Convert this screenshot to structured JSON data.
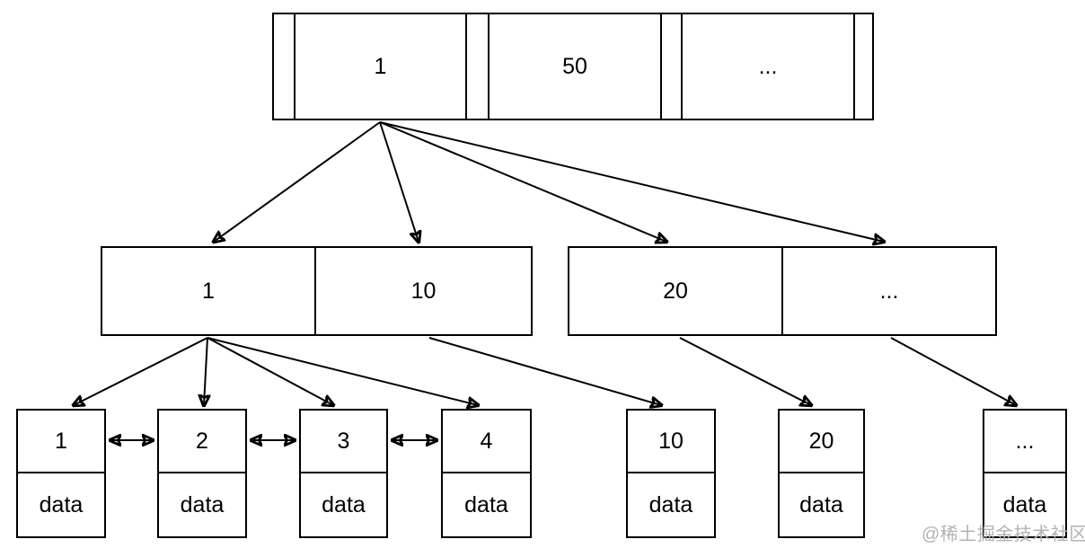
{
  "root_node": {
    "keys": [
      "1",
      "50",
      "..."
    ]
  },
  "internal_nodes": [
    {
      "keys": [
        "1",
        "10"
      ]
    },
    {
      "keys": [
        "20",
        "..."
      ]
    }
  ],
  "leaf_nodes": [
    {
      "key": "1",
      "value": "data"
    },
    {
      "key": "2",
      "value": "data"
    },
    {
      "key": "3",
      "value": "data"
    },
    {
      "key": "4",
      "value": "data"
    },
    {
      "key": "10",
      "value": "data"
    },
    {
      "key": "20",
      "value": "data"
    },
    {
      "key": "...",
      "value": "data"
    }
  ],
  "connections": {
    "root_to_internal": [
      "root.1 -> internal-left.1",
      "root.1 -> internal-left.10",
      "root.1 -> internal-right.20",
      "root.1 -> internal-right.…"
    ],
    "internal_to_leaf": [
      "internal-left.1 -> leaf.1",
      "internal-left.1 -> leaf.2",
      "internal-left.1 -> leaf.3",
      "internal-left.1 -> leaf.4",
      "internal-left.10 -> leaf.10",
      "internal-right.20 -> leaf.20",
      "internal-right.… -> leaf.…"
    ],
    "leaf_sibling_links": [
      "1<->2",
      "2<->3",
      "3<->4"
    ]
  },
  "watermark": {
    "text": "@稀土掘金技术社区",
    "color": "#b3b3b3"
  },
  "colors": {
    "stroke": "#000000",
    "background": "#ffffff"
  }
}
